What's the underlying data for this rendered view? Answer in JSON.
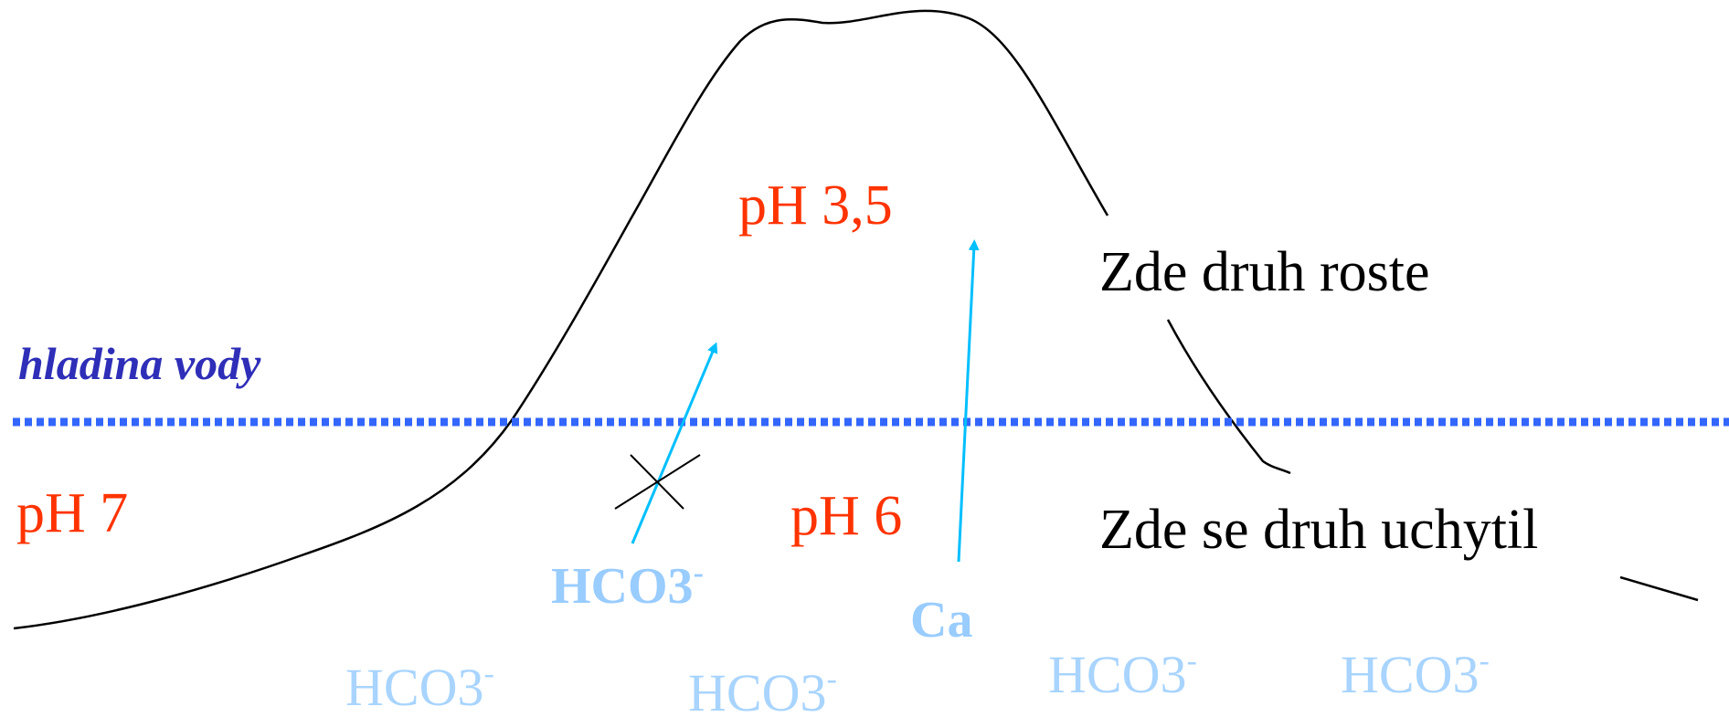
{
  "water_level": {
    "label": "hladina vody",
    "color": "#2E2EB8",
    "line_color": "#3366FF"
  },
  "labels": {
    "ph_top": "pH 3,5",
    "ph_left": "pH 7",
    "ph_mid": "pH 6",
    "grows_here": "Zde druh roste",
    "settled_here": "Zde se druh uchytil"
  },
  "ions": {
    "hco3_main": "HCO3",
    "ca": "Ca",
    "bottom_row": [
      "HCO3",
      "HCO3",
      "HCO3",
      "HCO3"
    ],
    "charge": "-"
  },
  "colors": {
    "ph": "#FF3300",
    "text": "#000000",
    "ion_bold": "#99CCFF",
    "ion_light": "#A8D4FF",
    "arrow": "#00BFFF",
    "outline": "#000000"
  }
}
